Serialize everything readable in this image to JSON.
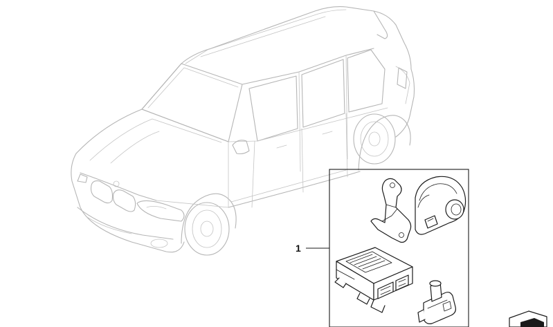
{
  "callouts": [
    {
      "label": "1"
    }
  ],
  "parts": [
    {
      "icon": "suv-vehicle-outline"
    },
    {
      "icon": "mounting-bracket"
    },
    {
      "icon": "alarm-siren"
    },
    {
      "icon": "control-unit-module"
    },
    {
      "icon": "push-button-switch"
    },
    {
      "icon": "arrow-tag-icon"
    }
  ],
  "colors": {
    "vehicle_outline": "#b5b5b5",
    "part_outline": "#1a1a1a",
    "background": "#ffffff"
  }
}
